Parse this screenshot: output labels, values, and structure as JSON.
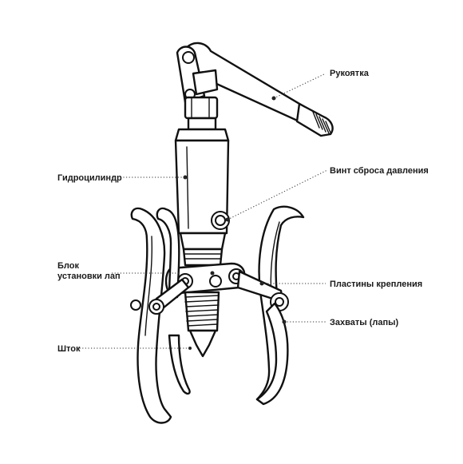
{
  "labels": {
    "handle": "Рукоятка",
    "cylinder": "Гидроцилиндр",
    "release_screw": "Винт сброса давления",
    "block_line1": "Блок",
    "block_line2": "установки лап",
    "plates": "Пластины крепления",
    "jaws": "Захваты (лапы)",
    "rod": "Шток"
  }
}
